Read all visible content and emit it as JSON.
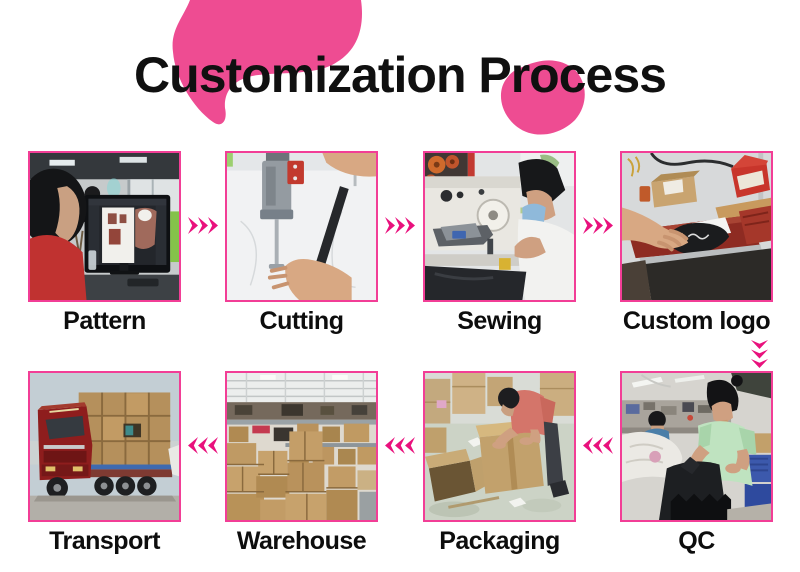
{
  "title": "Customization Process",
  "colors": {
    "accent_pink": "#e9117d",
    "blob_pink": "#ee4c92",
    "photo_border": "#f23e96",
    "title_color": "#101010"
  },
  "process": {
    "row1": {
      "flow_direction": "right",
      "steps": [
        {
          "label": "Pattern",
          "photo": "designer-at-pattern-design-computer"
        },
        {
          "label": "Cutting",
          "photo": "automatic-fabric-cutting-machine"
        },
        {
          "label": "Sewing",
          "photo": "worker-at-industrial-sewing-machine"
        },
        {
          "label": "Custom logo",
          "photo": "heat-press-printing-logo"
        }
      ]
    },
    "connector": "down",
    "row2": {
      "flow_direction": "left",
      "steps": [
        {
          "label": "Transport",
          "photo": "truck-loaded-with-carton-boxes"
        },
        {
          "label": "Warehouse",
          "photo": "warehouse-with-stacked-cartons"
        },
        {
          "label": "Packaging",
          "photo": "worker-packing-carton-box"
        },
        {
          "label": "QC",
          "photo": "worker-inspecting-garments"
        }
      ]
    }
  }
}
